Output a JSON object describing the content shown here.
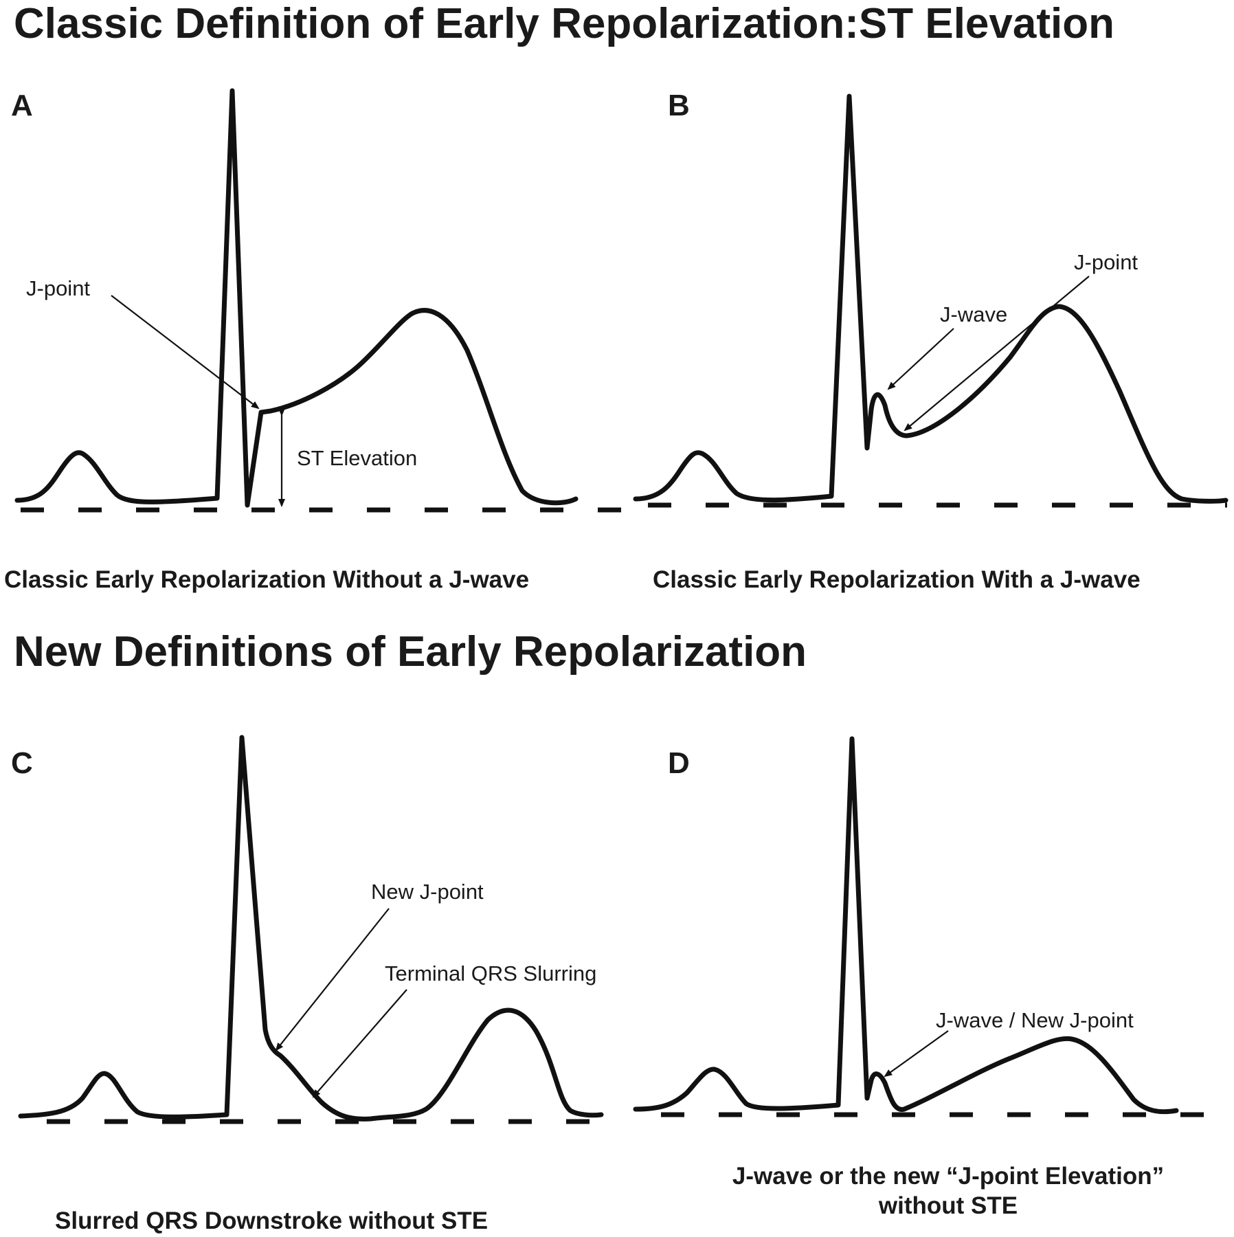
{
  "headings": {
    "classic": "Classic Definition of Early Repolarization:ST Elevation",
    "new": "New Definitions of Early Repolarization"
  },
  "panels": {
    "a": {
      "letter": "A",
      "caption": "Classic Early Repolarization Without a J-wave",
      "labels": {
        "j_point": "J-point",
        "st_elevation": "ST Elevation"
      }
    },
    "b": {
      "letter": "B",
      "caption": "Classic Early Repolarization With a J-wave",
      "labels": {
        "j_point": "J-point",
        "j_wave": "J-wave"
      }
    },
    "c": {
      "letter": "C",
      "caption": "Slurred QRS Downstroke without STE",
      "labels": {
        "new_j_point": "New J-point",
        "terminal_qrs_slurring": "Terminal QRS Slurring"
      }
    },
    "d": {
      "letter": "D",
      "caption_line1": "J-wave or the new “J-point Elevation”",
      "caption_line2": "without STE",
      "labels": {
        "j_wave_new_j_point": "J-wave / New J-point"
      }
    }
  },
  "colors": {
    "ink": "#111111",
    "background": "#ffffff"
  }
}
